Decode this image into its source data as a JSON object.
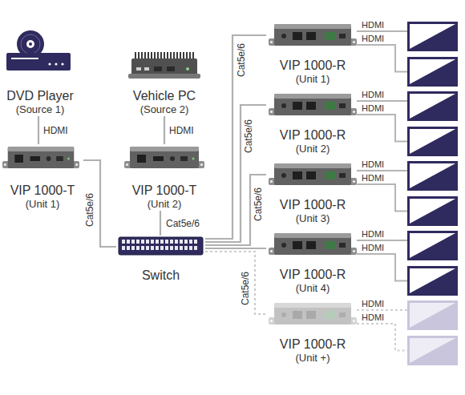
{
  "diagram": {
    "nodes": [
      {
        "text": [
          "DVD Player",
          "(Source 1)"
        ]
      },
      {
        "text": [
          "Vehicle PC",
          "(Source 2)"
        ]
      },
      {
        "text": [
          "VIP 1000-T",
          "(Unit 1)"
        ]
      },
      {
        "text": [
          "VIP 1000-T",
          "(Unit 2)"
        ]
      },
      {
        "text": [
          "Switch"
        ]
      },
      {
        "text": [
          "VIP 1000-R",
          "(Unit 1)"
        ]
      },
      {
        "text": [
          "VIP 1000-R",
          "(Unit 2)"
        ]
      },
      {
        "text": [
          "VIP 1000-R",
          "(Unit 3)"
        ]
      },
      {
        "text": [
          "VIP 1000-R",
          "(Unit 4)"
        ]
      },
      {
        "text": [
          "VIP 1000-R",
          "(Unit +)"
        ]
      }
    ],
    "edges": [
      {
        "from": 0,
        "to": 2,
        "arrow": "none",
        "label": "HDMI"
      },
      {
        "from": 1,
        "to": 3,
        "arrow": "none",
        "label": "HDMI"
      },
      {
        "from": 2,
        "to": 4,
        "arrow": "none",
        "label": "Cat5e/6"
      },
      {
        "from": 3,
        "to": 4,
        "arrow": "none",
        "label": "Cat5e/6"
      },
      {
        "from": 4,
        "to": 5,
        "arrow": "none",
        "label": "Cat5e/6"
      },
      {
        "from": 4,
        "to": 6,
        "arrow": "none",
        "label": "Cat5e/6"
      },
      {
        "from": 4,
        "to": 7,
        "arrow": "none",
        "label": "Cat5e/6"
      },
      {
        "from": 4,
        "to": 8,
        "arrow": "none"
      },
      {
        "from": 4,
        "to": 9,
        "arrow": "none",
        "label": "Cat5e/6"
      }
    ],
    "labels": [
      "HDMI",
      "HDMI",
      "HDMI",
      "HDMI",
      "HDMI",
      "HDMI",
      "HDMI",
      "HDMI",
      "HDMI",
      "HDMI"
    ]
  }
}
